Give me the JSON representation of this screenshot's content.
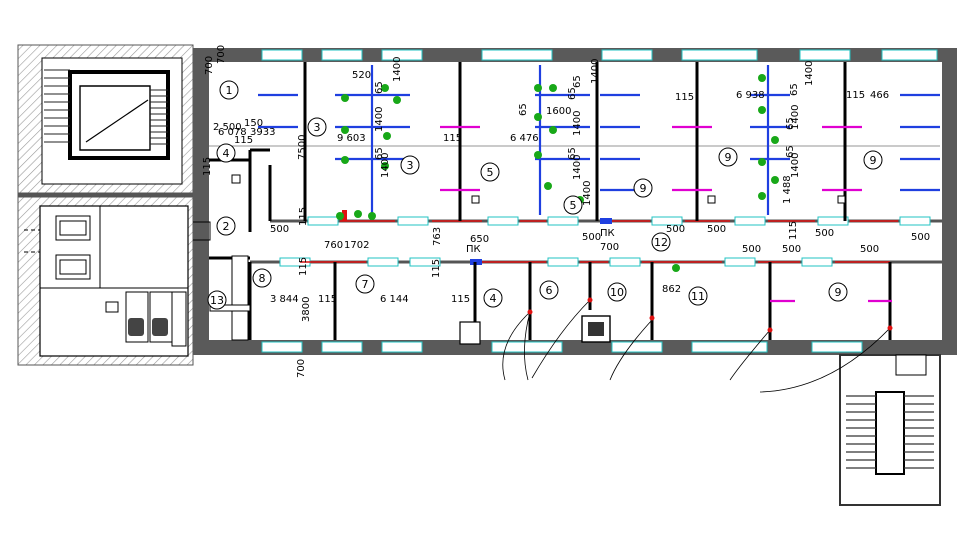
{
  "colors": {
    "wall": "#5a5a5a",
    "wall_dark": "#000000",
    "hatch": "#9a9a9a",
    "window": "#21c3c3",
    "partition_blue": "#1f3fe0",
    "partition_magenta": "#e000d0",
    "plant": "#18a818",
    "door_red": "#e01010",
    "grid": "#2f2f2f"
  },
  "rooms": [
    {
      "id": "r1",
      "label": "1"
    },
    {
      "id": "r2",
      "label": "2"
    },
    {
      "id": "r3a",
      "label": "3"
    },
    {
      "id": "r3b",
      "label": "3"
    },
    {
      "id": "r4a",
      "label": "4"
    },
    {
      "id": "r4b",
      "label": "4"
    },
    {
      "id": "r5a",
      "label": "5"
    },
    {
      "id": "r5b",
      "label": "5"
    },
    {
      "id": "r6",
      "label": "6"
    },
    {
      "id": "r7",
      "label": "7"
    },
    {
      "id": "r8",
      "label": "8"
    },
    {
      "id": "r9a",
      "label": "9"
    },
    {
      "id": "r9b",
      "label": "9"
    },
    {
      "id": "r9c",
      "label": "9"
    },
    {
      "id": "r9d",
      "label": "9"
    },
    {
      "id": "r10",
      "label": "10"
    },
    {
      "id": "r11",
      "label": "11"
    },
    {
      "id": "r12",
      "label": "12"
    },
    {
      "id": "r13",
      "label": "13"
    }
  ],
  "dimensions": [
    {
      "id": "d1",
      "text": "700"
    },
    {
      "id": "d2",
      "text": "700"
    },
    {
      "id": "d3",
      "text": "2 500"
    },
    {
      "id": "d4",
      "text": "6 078"
    },
    {
      "id": "d5",
      "text": "115"
    },
    {
      "id": "d6",
      "text": "3933"
    },
    {
      "id": "d7",
      "text": "150"
    },
    {
      "id": "d8",
      "text": "115"
    },
    {
      "id": "d9",
      "text": "7500"
    },
    {
      "id": "d10",
      "text": "9 603"
    },
    {
      "id": "d11",
      "text": "520"
    },
    {
      "id": "d12",
      "text": "1400"
    },
    {
      "id": "d13",
      "text": "65"
    },
    {
      "id": "d14",
      "text": "115"
    },
    {
      "id": "d15",
      "text": "6 476"
    },
    {
      "id": "d16",
      "text": "65"
    },
    {
      "id": "d17",
      "text": "1600"
    },
    {
      "id": "d18",
      "text": "65"
    },
    {
      "id": "d19",
      "text": "1400"
    },
    {
      "id": "d20",
      "text": "115"
    },
    {
      "id": "d21",
      "text": "6 938"
    },
    {
      "id": "d22",
      "text": "1400"
    },
    {
      "id": "d23",
      "text": "115"
    },
    {
      "id": "d24",
      "text": "466"
    },
    {
      "id": "d25",
      "text": "500"
    },
    {
      "id": "d26",
      "text": "115"
    },
    {
      "id": "d27",
      "text": "760"
    },
    {
      "id": "d28",
      "text": "1702"
    },
    {
      "id": "d29",
      "text": "763"
    },
    {
      "id": "d30",
      "text": "650"
    },
    {
      "id": "d31",
      "text": "ПК"
    },
    {
      "id": "d32",
      "text": "500"
    },
    {
      "id": "d33",
      "text": "ПК"
    },
    {
      "id": "d34",
      "text": "700"
    },
    {
      "id": "d35",
      "text": "500"
    },
    {
      "id": "d36",
      "text": "500"
    },
    {
      "id": "d37",
      "text": "500"
    },
    {
      "id": "d38",
      "text": "500"
    },
    {
      "id": "d39",
      "text": "500"
    },
    {
      "id": "d40",
      "text": "500"
    },
    {
      "id": "d41",
      "text": "500"
    },
    {
      "id": "d42",
      "text": "115"
    },
    {
      "id": "d43",
      "text": "115"
    },
    {
      "id": "d44",
      "text": "3 844"
    },
    {
      "id": "d45",
      "text": "115"
    },
    {
      "id": "d46",
      "text": "6 144"
    },
    {
      "id": "d47",
      "text": "115"
    },
    {
      "id": "d48",
      "text": "3800"
    },
    {
      "id": "d49",
      "text": "700"
    },
    {
      "id": "d50",
      "text": "862"
    },
    {
      "id": "d51",
      "text": "115"
    },
    {
      "id": "d52",
      "text": "1 488"
    },
    {
      "id": "d53",
      "text": "1400"
    },
    {
      "id": "d54",
      "text": "1400"
    },
    {
      "id": "d55",
      "text": "1400"
    },
    {
      "id": "d56",
      "text": "1400"
    },
    {
      "id": "d57",
      "text": "1400"
    },
    {
      "id": "d58",
      "text": "1400"
    },
    {
      "id": "d59",
      "text": "1400"
    },
    {
      "id": "d60",
      "text": "65"
    },
    {
      "id": "d61",
      "text": "65"
    },
    {
      "id": "d62",
      "text": "65"
    },
    {
      "id": "d63",
      "text": "65"
    },
    {
      "id": "d64",
      "text": "65"
    },
    {
      "id": "d65",
      "text": "65"
    }
  ]
}
